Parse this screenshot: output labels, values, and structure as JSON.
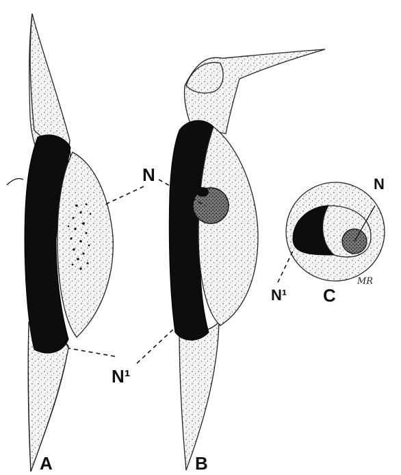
{
  "figure": {
    "cells": [
      {
        "id": "A",
        "label": "A"
      },
      {
        "id": "B",
        "label": "B"
      },
      {
        "id": "C",
        "label": "C"
      }
    ],
    "callouts": {
      "nucleus_label": "N",
      "nucleus_label_c": "N",
      "inner_label": "N¹",
      "inner_label_c": "N¹"
    },
    "signature": "MR",
    "colors": {
      "ink": "#111111",
      "dark_mass": "#0d0d0d",
      "paper": "#ffffff"
    }
  }
}
